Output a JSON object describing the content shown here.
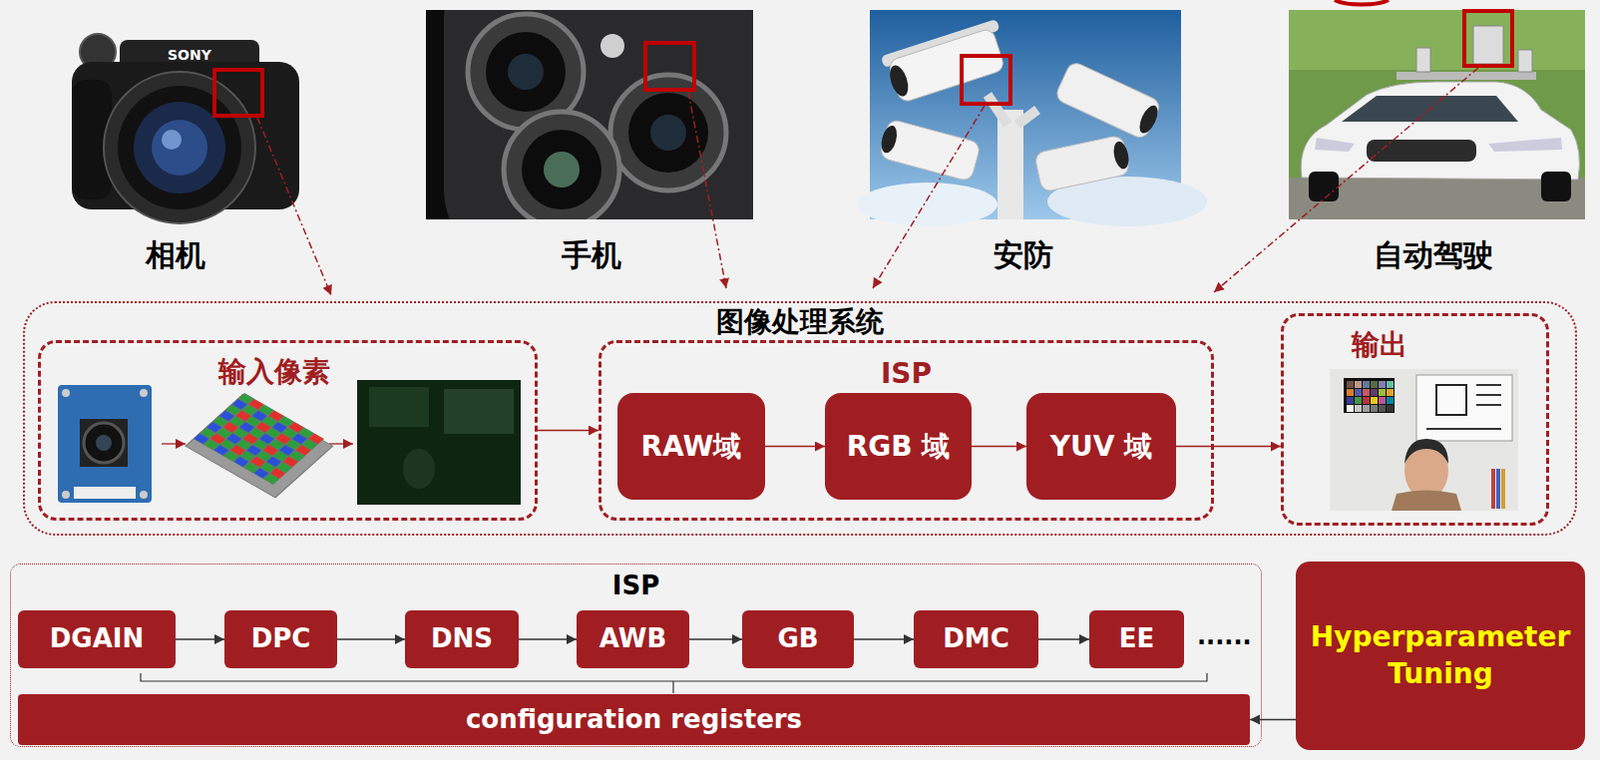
{
  "diagram": {
    "nodes": [
      {
        "text": [
          "图像处理系统"
        ]
      },
      {
        "text": [
          "输入像素"
        ],
        "in": 0
      },
      {
        "text": [
          "ISP"
        ],
        "in": 0
      },
      {
        "text": [
          "RAW域"
        ],
        "in": 2
      },
      {
        "text": [
          "RGB 域"
        ],
        "in": 2
      },
      {
        "text": [
          "YUV 域"
        ],
        "in": 2
      },
      {
        "text": [
          "输出"
        ],
        "in": 0
      },
      {
        "text": [
          "ISP"
        ]
      },
      {
        "text": [
          "DGAIN"
        ],
        "in": 7
      },
      {
        "text": [
          "DPC"
        ],
        "in": 7
      },
      {
        "text": [
          "DNS"
        ],
        "in": 7
      },
      {
        "text": [
          "AWB"
        ],
        "in": 7
      },
      {
        "text": [
          "GB"
        ],
        "in": 7
      },
      {
        "text": [
          "DMC"
        ],
        "in": 7
      },
      {
        "text": [
          "EE"
        ],
        "in": 7
      },
      {
        "text": [
          "configuration registers"
        ],
        "in": 7
      },
      {
        "text": [
          "Hyperparameter Tuning"
        ]
      }
    ],
    "edges": [
      {
        "from": 1,
        "to": 2,
        "arrow": "to"
      },
      {
        "from": 3,
        "to": 4,
        "arrow": "to"
      },
      {
        "from": 4,
        "to": 5,
        "arrow": "to"
      },
      {
        "from": 5,
        "to": 6,
        "arrow": "to"
      },
      {
        "from": 8,
        "to": 9,
        "arrow": "to"
      },
      {
        "from": 9,
        "to": 10,
        "arrow": "to"
      },
      {
        "from": 10,
        "to": 11,
        "arrow": "to"
      },
      {
        "from": 11,
        "to": 12,
        "arrow": "to"
      },
      {
        "from": 12,
        "to": 13,
        "arrow": "to"
      },
      {
        "from": 13,
        "to": 14,
        "arrow": "to"
      },
      {
        "from": 16,
        "to": 15,
        "arrow": "to"
      }
    ],
    "labels": [
      "SONY",
      "相机",
      "手机",
      "安防",
      "自动驾驶",
      "......"
    ]
  }
}
